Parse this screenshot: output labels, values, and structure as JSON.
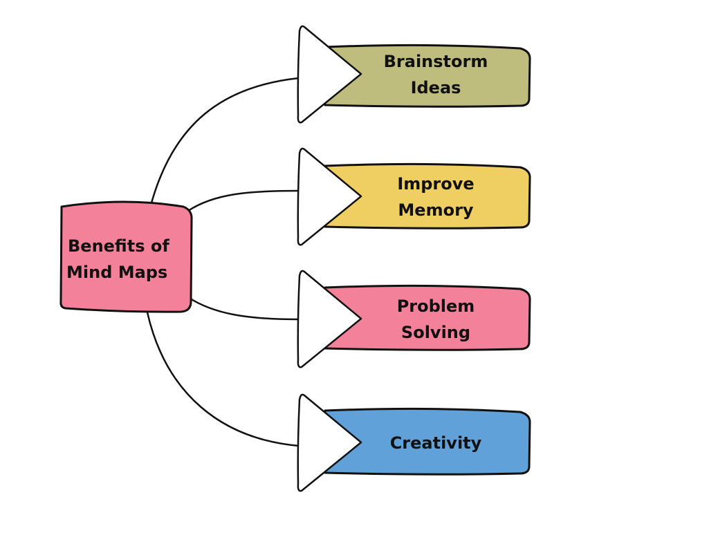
{
  "central": {
    "lines": [
      "Benefits of",
      "Mind Maps"
    ],
    "color": "#f4819a"
  },
  "branches": [
    {
      "lines": [
        "Brainstorm",
        "Ideas"
      ],
      "color": "#bfbd7d"
    },
    {
      "lines": [
        "Improve",
        "Memory"
      ],
      "color": "#f0cf62"
    },
    {
      "lines": [
        "Problem",
        "Solving"
      ],
      "color": "#f4819a"
    },
    {
      "lines": [
        "Creativity"
      ],
      "color": "#5fa1d8"
    }
  ]
}
